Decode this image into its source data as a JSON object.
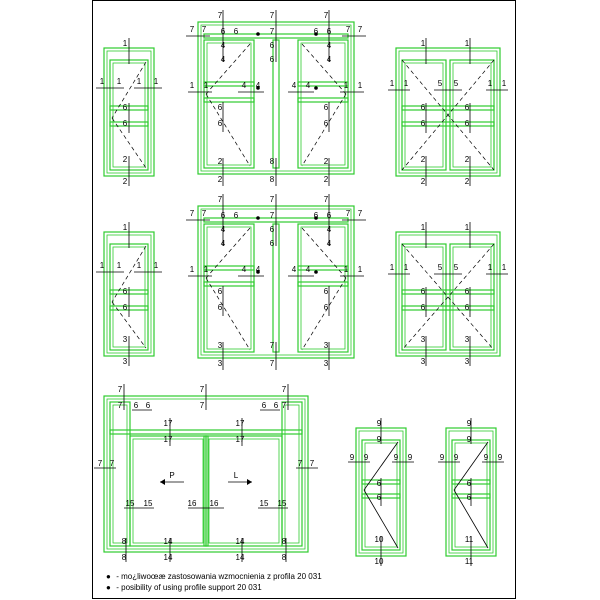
{
  "legend": {
    "pl_symbol": "●",
    "pl_text": "- mo¿liwoœæ zastosowania wzmocnienia z profila 20 031",
    "en_symbol": "●",
    "en_text": "- posibility of using profile support 20 031"
  },
  "window_labels": {
    "sash_tilt_top": "1",
    "sash_tilt_bottom": "2",
    "sash_fixed_bottom": "3",
    "mullion_center": "4",
    "sash_side_pair": "5",
    "transom": "6",
    "frame_outer": "7",
    "frame_bottom": "8",
    "narrow_frame": "9",
    "narrow_bottom": "10",
    "narrow_bottom_alt": "11",
    "door_sill": "14",
    "door_leaf": "15",
    "door_meeting": "16",
    "door_top": "17",
    "arrow_left": "P",
    "arrow_right": "L"
  },
  "colors": {
    "frame": "#2ecc2e",
    "ink": "#000000"
  }
}
